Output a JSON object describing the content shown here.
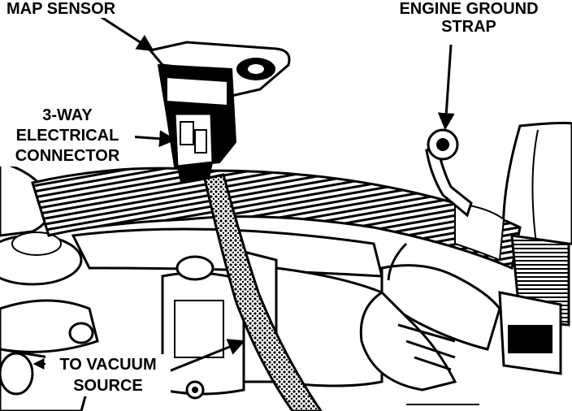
{
  "callouts": {
    "map_sensor": "MAP SENSOR",
    "engine_ground_strap": [
      "ENGINE GROUND",
      "STRAP"
    ],
    "connector": [
      "3-WAY",
      "ELECTRICAL",
      "CONNECTOR"
    ],
    "vacuum": [
      "TO VACUUM",
      "SOURCE"
    ]
  },
  "colors": {
    "ink": "#000000",
    "paper": "#ffffff"
  }
}
